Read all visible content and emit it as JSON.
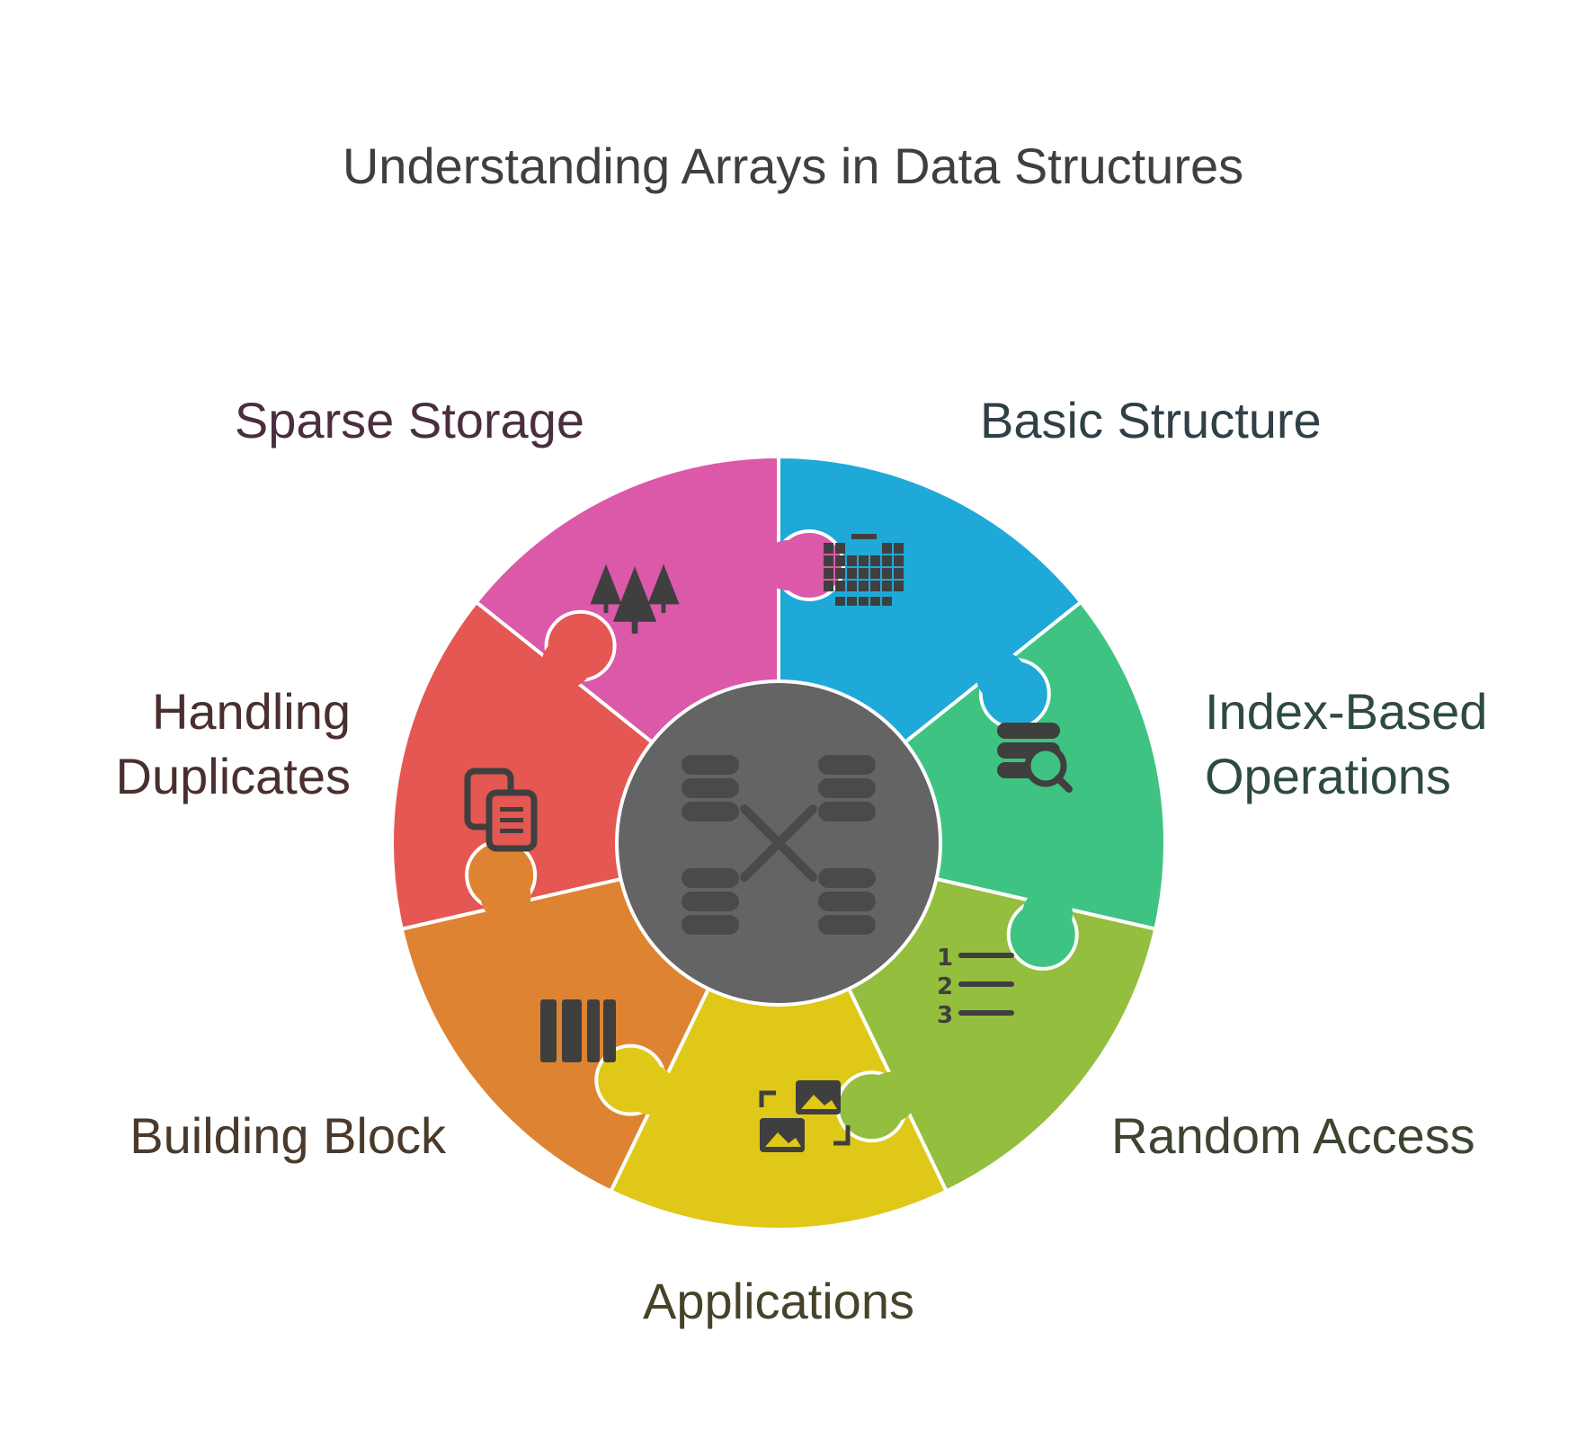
{
  "title": "Understanding Arrays in Data Structures",
  "center": {
    "icon": "database-cross-icon",
    "color": "#646464"
  },
  "segments": [
    {
      "id": "basic-structure",
      "lines": [
        "Basic Structure"
      ],
      "color": "#1fa9d9",
      "label_color": "#2f4046",
      "icon": "periodic-grid-icon"
    },
    {
      "id": "index-based-operations",
      "lines": [
        "Index-Based",
        "Operations"
      ],
      "color": "#3ec382",
      "label_color": "#2f4a40",
      "icon": "database-search-icon"
    },
    {
      "id": "random-access",
      "lines": [
        "Random Access"
      ],
      "color": "#94be3d",
      "label_color": "#3c4530",
      "icon": "numbered-list-icon"
    },
    {
      "id": "applications",
      "lines": [
        "Applications"
      ],
      "color": "#dfc818",
      "label_color": "#46432a",
      "icon": "swap-images-icon"
    },
    {
      "id": "building-block",
      "lines": [
        "Building Block"
      ],
      "color": "#de8332",
      "label_color": "#4a3a2c",
      "icon": "column-bars-icon"
    },
    {
      "id": "handling-duplicates",
      "lines": [
        "Handling",
        "Duplicates"
      ],
      "color": "#e55752",
      "label_color": "#4a2f2f",
      "icon": "copy-documents-icon"
    },
    {
      "id": "sparse-storage",
      "lines": [
        "Sparse Storage"
      ],
      "color": "#dc58a9",
      "label_color": "#4a2e40",
      "icon": "pine-trees-icon"
    }
  ]
}
